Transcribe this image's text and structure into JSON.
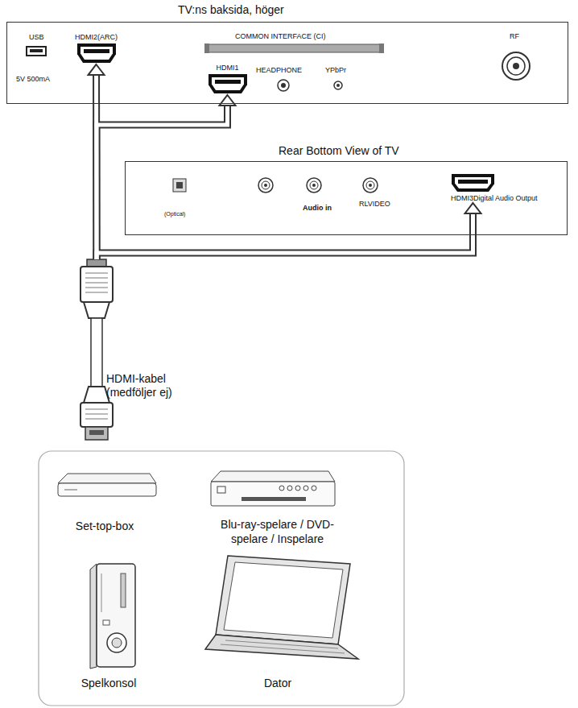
{
  "diagram": {
    "nodes": [
      {
        "text": [
          "TV:ns baksida, höger"
        ]
      },
      {
        "text": [
          "HDMI2(ARC)"
        ],
        "in": 0
      },
      {
        "text": [
          "HDMI1"
        ],
        "in": 0
      },
      {
        "text": [
          "Rear Bottom View of TV"
        ]
      },
      {
        "text": [
          "HDMI3Digital Audio Output"
        ],
        "in": 3
      },
      {
        "text": [
          "HDMI-kabel (medföljer ej)"
        ]
      },
      {
        "text": [
          "Set-top-box"
        ]
      },
      {
        "text": [
          "Blu-ray-spelare / DVD-spelare / Inspelare"
        ]
      },
      {
        "text": [
          "Spelkonsol"
        ]
      },
      {
        "text": [
          "Dator"
        ]
      }
    ],
    "edges": [
      {
        "from": 5,
        "to": 1,
        "arrow": "to"
      },
      {
        "from": 5,
        "to": 2,
        "arrow": "to"
      },
      {
        "from": 5,
        "to": 4,
        "arrow": "to"
      }
    ],
    "labels": [
      "USB",
      "5V 500mA",
      "COMMON INTERFACE (CI)",
      "HEADPHONE",
      "YPbPr",
      "RF",
      "(Optical)",
      "Audio in",
      "RLVIDEO"
    ]
  }
}
